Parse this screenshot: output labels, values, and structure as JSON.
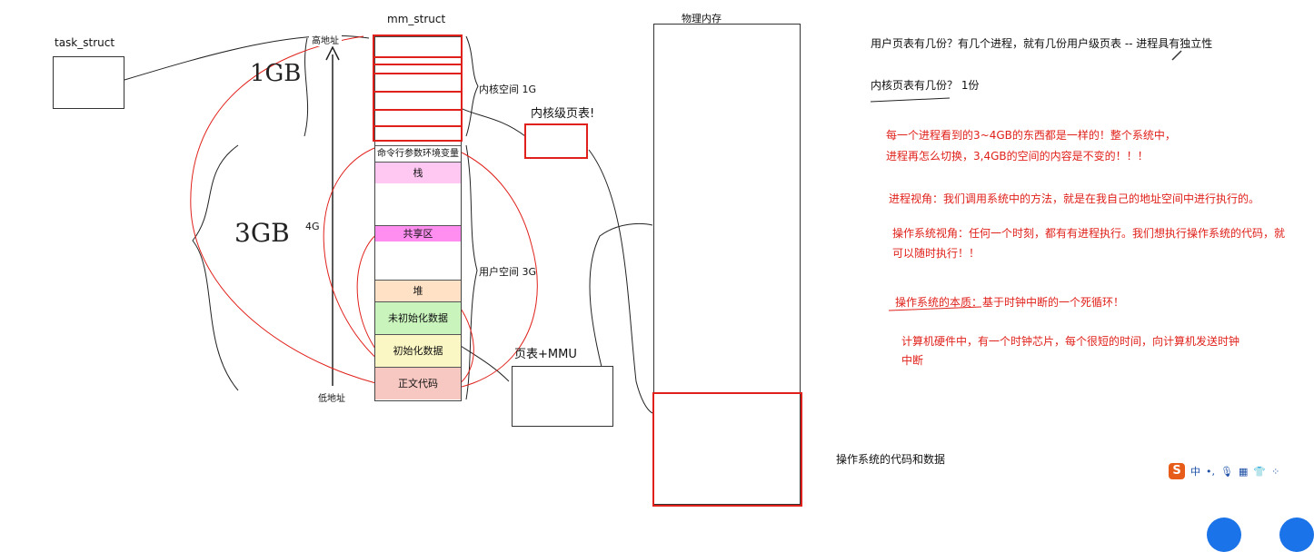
{
  "labels": {
    "task_struct": "task_struct",
    "mm_struct": "mm_struct",
    "phys_mem": "物理内存",
    "high_addr": "高地址",
    "low_addr": "低地址",
    "four_g": "4G",
    "kernel_space": "内核空间 1G",
    "user_space": "用户空间 3G",
    "kernel_page_table": "内核级页表!",
    "page_table_mmu": "页表+MMU",
    "os_code_data": "操作系统的代码和数据"
  },
  "segments": {
    "cmdline_env": "命令行参数环境变量",
    "stack": "栈",
    "shared": "共享区",
    "heap": "堆",
    "bss": "未初始化数据",
    "data": "初始化数据",
    "text": "正文代码"
  },
  "segment_colors": {
    "stack": "#ffc8f3",
    "shared": "#ff8ef0",
    "heap": "#ffe1c6",
    "bss": "#c9f5bd",
    "data": "#fbf7c4",
    "text": "#f7c8c2",
    "arrow": "#6167c9"
  },
  "handwriting": {
    "one_gb": "1GB",
    "three_gb": "3GB"
  },
  "notes": {
    "q1": "用户页表有几份？有几个进程，就有几份用户级页表 -- 进程具有独立性",
    "q2": "内核页表有几份？ 1份",
    "r1a": "每一个进程看到的3~4GB的东西都是一样的！整个系统中，",
    "r1b": "进程再怎么切换，3,4GB的空间的内容是不变的！！！",
    "r2": "进程视角：我们调用系统中的方法，就是在我自己的地址空间中进行执行的。",
    "r3a": "操作系统视角：任何一个时刻，都有有进程执行。我们想执行操作系统的代码，就",
    "r3b": "可以随时执行！！",
    "r4": "操作系统的本质：基于时钟中断的一个死循环！",
    "r5a": "计算机硬件中，有一个时钟芯片，每个很短的时间，向计算机发送时钟",
    "r5b": "中断"
  },
  "ime": {
    "logo": "S",
    "lang": "中",
    "punct": "•,",
    "mic": "🎙",
    "keyboard": "▦",
    "shirt": "👕",
    "apps": "⁘"
  }
}
